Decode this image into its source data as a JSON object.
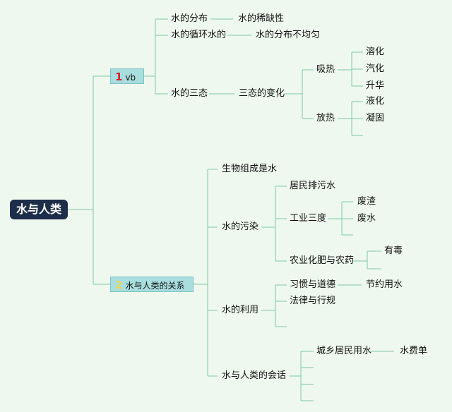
{
  "root": "水与人类",
  "colors": {
    "root_bg": "#1c2e4a",
    "section_bg": "#a9dede",
    "line": "#7fc7a2",
    "num1": "#d01f2c",
    "num2": "#f1d35a"
  },
  "sec1": {
    "num": "1",
    "label": "vb",
    "items": {
      "fenbu": "水的分布",
      "xique": "水的稀缺性",
      "xunhuan": "水的循环水的",
      "bujun": "水的分布不均匀",
      "santai": "水的三态",
      "bianhua": "三态的变化",
      "xire": "吸热",
      "ronghua": "溶化",
      "qihua": "汽化",
      "shenghua": "升华",
      "fangre": "放热",
      "yehua": "液化",
      "ninggu": "凝固"
    }
  },
  "sec2": {
    "num": "2",
    "label": "水与人类的关系",
    "items": {
      "shengwu": "生物组成是水",
      "wuran": "水的污染",
      "jumin": "居民排污水",
      "gongye": "工业三度",
      "feizha": "废渣",
      "feishui": "废水",
      "nongye": "农业化肥与农药",
      "youdu": "有毒",
      "liyong": "水的利用",
      "xiguan": "习惯与道德",
      "jieyue": "节约用水",
      "falv": "法律与行规",
      "huihua": "水与人类的会话",
      "chengxiang": "城乡居民用水",
      "shuifei": "水费单"
    }
  }
}
